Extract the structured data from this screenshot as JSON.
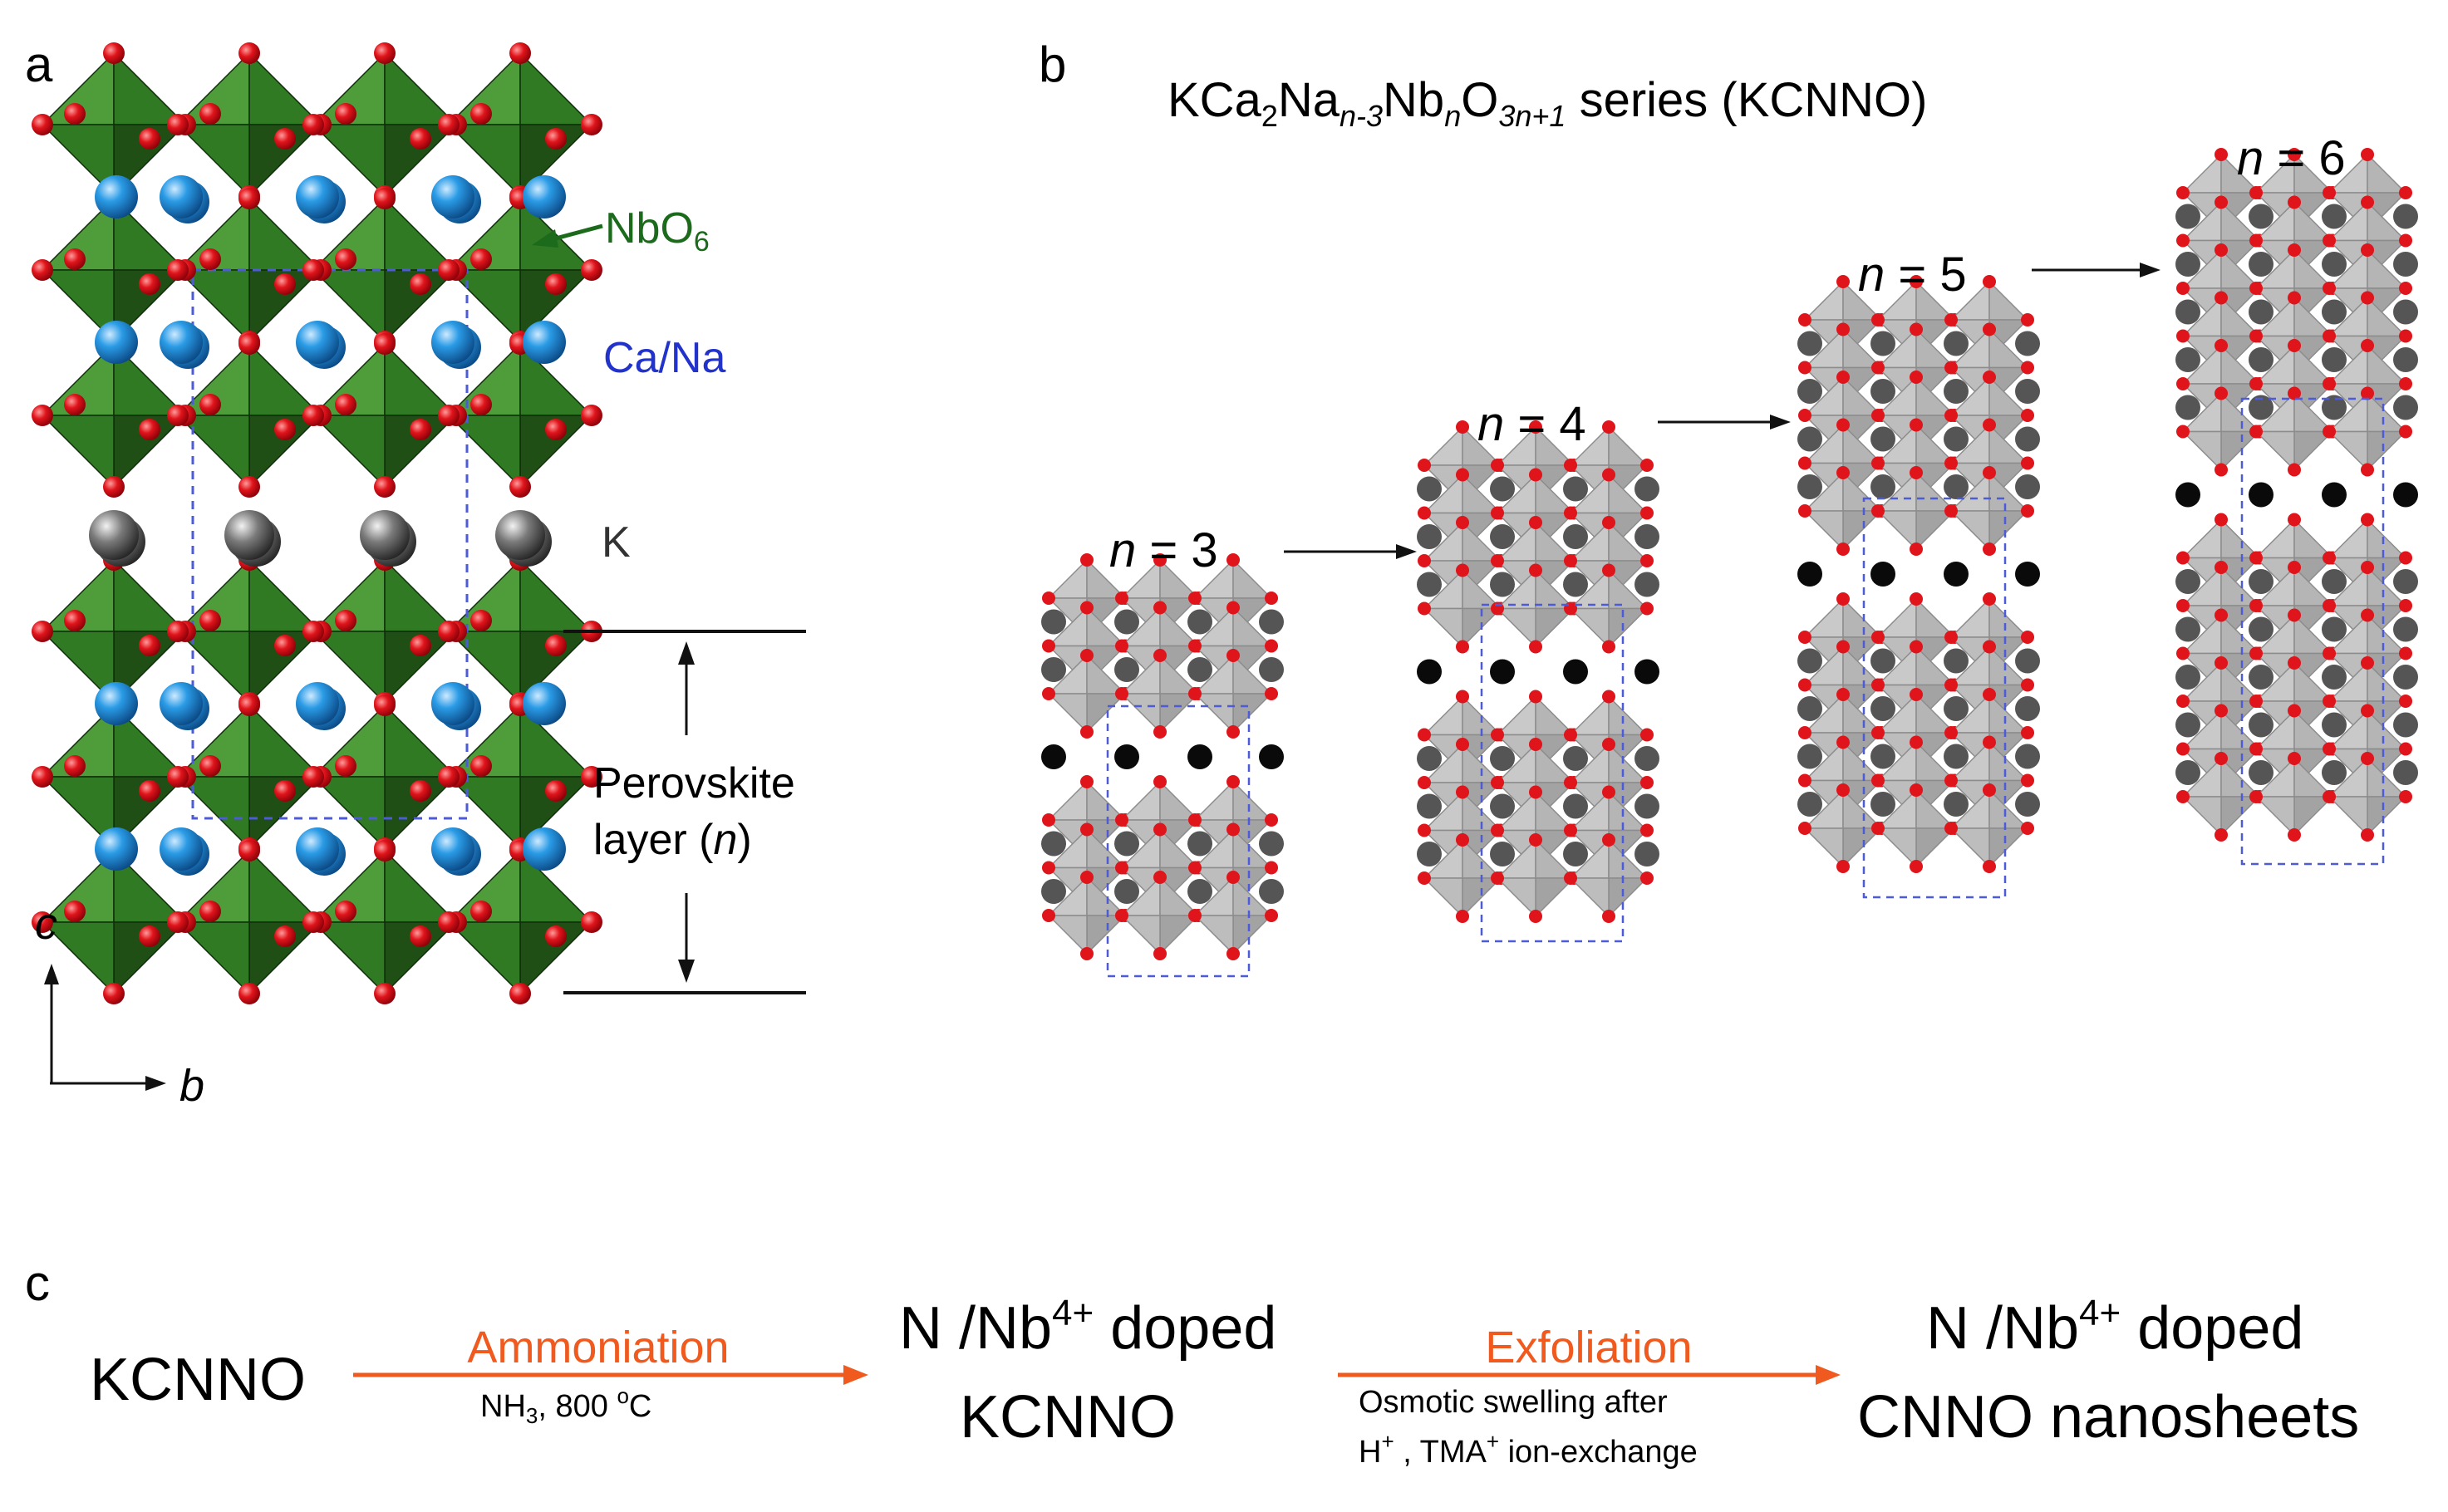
{
  "colors": {
    "octa_green_dark": "#1f4f14",
    "octa_green": "#2f7a22",
    "octa_green_light": "#4f9c3a",
    "oxygen_red": "#e0141b",
    "ca_na_blue": "#1e88d8",
    "k_gray": "#6b6b6b",
    "octa_gray": "#b9b9b9",
    "site_dark_gray": "#555555",
    "k_black": "#0a0a0a",
    "cell_dash_blue": "#4d5bd8",
    "arrow_orange": "#f05a1e",
    "nbo6_green": "#1c6b1c",
    "label_blue": "#2233cc"
  },
  "panel_a": {
    "label": "a",
    "labels": {
      "nbo6_main": "NbO",
      "nbo6_sub": "6",
      "ca_na": "Ca/Na",
      "k": "K",
      "perovskite_line1": "Perovskite",
      "perovskite_line2_prefix": "layer (",
      "perovskite_line2_n": "n",
      "perovskite_line2_suffix": ")"
    },
    "axes": {
      "c": "c",
      "b": "b"
    }
  },
  "panel_b": {
    "label": "b",
    "title": {
      "p1": "KCa",
      "s1": "2",
      "p2": "Na",
      "s2": "n-3",
      "p3": "Nb",
      "s3": "n",
      "p4": "O",
      "s4": "3n+1",
      "p5": " series  (KCNNO)"
    },
    "structures": [
      {
        "n_symbol": "n",
        "eq": " = 3",
        "n": 3
      },
      {
        "n_symbol": "n",
        "eq": " = 4",
        "n": 4
      },
      {
        "n_symbol": "n",
        "eq": " = 5",
        "n": 5
      },
      {
        "n_symbol": "n",
        "eq": " = 6",
        "n": 6
      }
    ]
  },
  "panel_c": {
    "label": "c",
    "start": "KCNNO",
    "step1": {
      "label": "Ammoniation",
      "cond_main": "NH",
      "cond_sub": "3",
      "cond_rest": ", 800 ",
      "cond_sup": "o",
      "cond_unit": "C"
    },
    "mid": {
      "line1_prefix": "N /Nb",
      "line1_sup": "4+",
      "line1_suffix": " doped",
      "line2": "KCNNO"
    },
    "step2": {
      "label": "Exfoliation",
      "cond_line1": "Osmotic swelling after",
      "cond_h": "H",
      "cond_h_sup": "+",
      "cond_mid": " , TMA",
      "cond_tma_sup": "+",
      "cond_end": "  ion-exchange"
    },
    "end": {
      "line1_prefix": "N /Nb",
      "line1_sup": "4+",
      "line1_suffix": " doped",
      "line2": "CNNO nanosheets"
    }
  }
}
